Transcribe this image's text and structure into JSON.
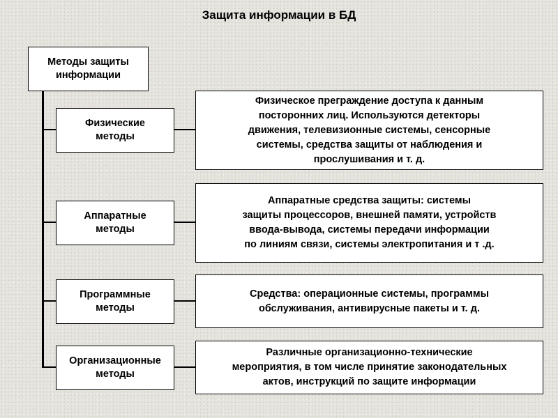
{
  "title": "Защита информации в БД",
  "root": "Методы защиты\nинформации",
  "methods": [
    {
      "label": "Физические\nметоды",
      "description": "Физическое преграждение доступа к данным\nпосторонних лиц. Используются детекторы\nдвижения, телевизионные системы, сенсорные\nсистемы, средства защиты от наблюдения и\nпрослушивания и т. д."
    },
    {
      "label": "Аппаратные\nметоды",
      "description": "Аппаратные средства защиты: системы\nзащиты процессоров, внешней памяти, устройств\nввода-вывода, системы передачи информации\nпо линиям связи, системы электропитания и т .д."
    },
    {
      "label": "Программные\nметоды",
      "description": "Средства: операционные системы, программы\nобслуживания, антивирусные пакеты и т. д."
    },
    {
      "label": "Организационные\nметоды",
      "description": "Различные организационно-технические\nмероприятия, в том числе принятие законодательных\nактов, инструкций по защите информации"
    }
  ]
}
